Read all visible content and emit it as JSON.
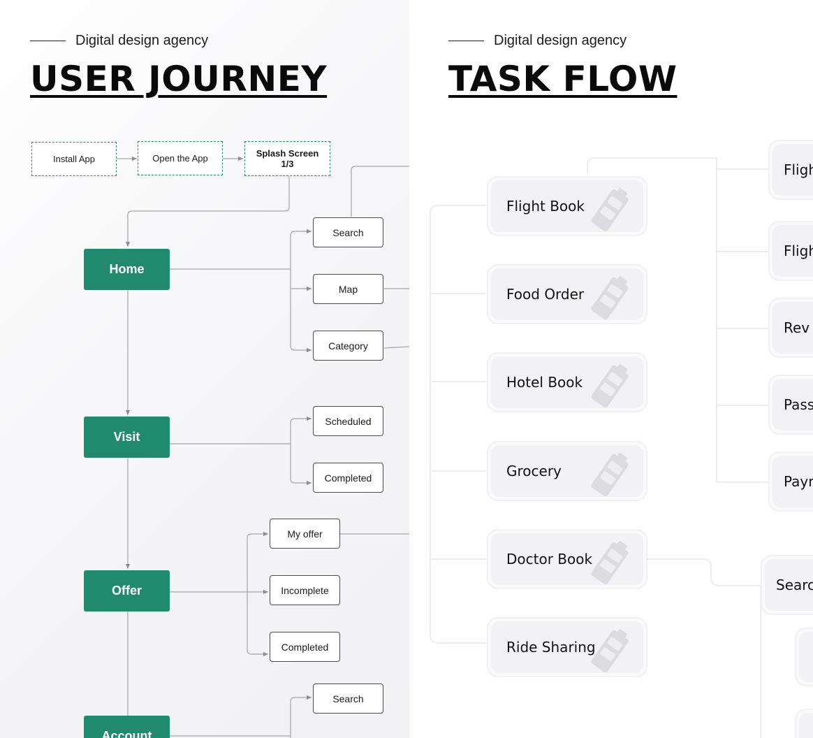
{
  "left": {
    "eyebrow": "Digital design agency",
    "title": "USER JOURNEY",
    "onboarding": [
      {
        "id": "install-app",
        "label": "Install App"
      },
      {
        "id": "open-the-app",
        "label": "Open the App"
      },
      {
        "id": "splash-screen",
        "label": "Splash Screen\n1/3"
      }
    ],
    "main_nodes": [
      {
        "id": "home",
        "label": "Home"
      },
      {
        "id": "visit",
        "label": "Visit"
      },
      {
        "id": "offer",
        "label": "Offer"
      },
      {
        "id": "account",
        "label": "Account"
      }
    ],
    "branches": {
      "home": [
        "Search",
        "Map",
        "Category"
      ],
      "visit": [
        "Scheduled",
        "Completed"
      ],
      "offer": [
        "My offer",
        "Incomplete",
        "Completed"
      ],
      "account": [
        "Search"
      ]
    }
  },
  "right": {
    "eyebrow": "Digital design agency",
    "title": "TASK FLOW",
    "tasks": [
      "Flight Book",
      "Food Order",
      "Hotel Book",
      "Grocery",
      "Doctor Book",
      "Ride Sharing"
    ],
    "edge_items": [
      "Fligh",
      "Fligh",
      "Rev",
      "Pass",
      "Payn",
      "Searc"
    ]
  },
  "colors": {
    "accent_green": "#21896c",
    "dashed_border": "#2e8b6f",
    "connector": "#9a9a9a"
  }
}
